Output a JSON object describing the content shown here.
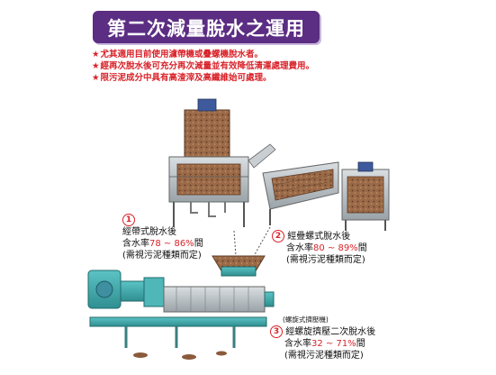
{
  "title": "第二次減量脫水之運用",
  "bullets": [
    "尤其適用目前使用濾帶機或疊螺機脫水者。",
    "經再次脫水後可充分再次減量並有效降低清運處理費用。",
    "限污泥成分中具有高渣滓及高纖維始可處理。"
  ],
  "bullet_marker": "★",
  "machines": [
    {
      "number": "1",
      "name": "經帶式脫水後",
      "moisture_prefix": "含水率",
      "moisture_range": "78 ~ 86%",
      "moisture_suffix": "間",
      "note": "(需視污泥種類而定)"
    },
    {
      "number": "2",
      "name": "經疊螺式脫水後",
      "moisture_prefix": "含水率",
      "moisture_range": "80 ~ 89%",
      "moisture_suffix": "間",
      "note": "(需視污泥種類而定)"
    },
    {
      "number": "3",
      "subtitle": "(螺旋式擠壓機)",
      "name": "經螺旋擠壓二次脫水後",
      "moisture_prefix": "含水率",
      "moisture_range": "32 ~ 71%",
      "moisture_suffix": "間",
      "note": "(需視污泥種類而定)"
    }
  ],
  "colors": {
    "title_bg": "#5b2d83",
    "accent_red": "#d8232a",
    "machine_teal": "#3aa6a8",
    "machine_steel": "#aeb6bb",
    "sludge_brown": "#8a5a3c"
  }
}
